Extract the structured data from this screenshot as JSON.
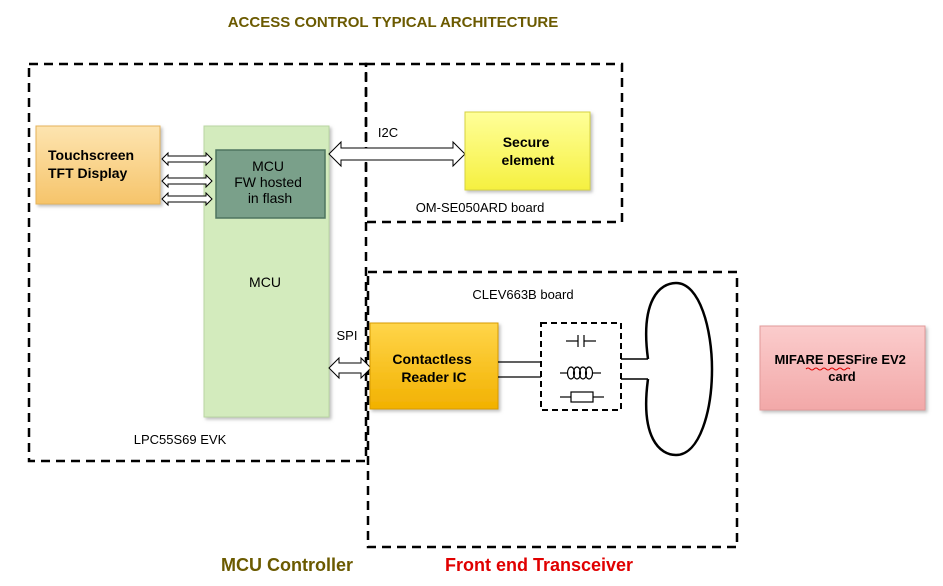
{
  "title": "ACCESS CONTROL TYPICAL ARCHITECTURE",
  "sections": {
    "mcu_controller": "MCU Controller",
    "front_end": "Front end Transceiver"
  },
  "boards": {
    "lpc": "LPC55S69 EVK",
    "om": "OM-SE050ARD board",
    "clev": "CLEV663B board"
  },
  "blocks": {
    "touchscreen": [
      "Touchscreen",
      "TFT Display"
    ],
    "mcu_fw": [
      "MCU",
      "FW hosted",
      "in flash"
    ],
    "mcu": "MCU",
    "secure": [
      "Secure",
      "element"
    ],
    "reader": [
      "Contactless",
      "Reader IC"
    ],
    "card": [
      "MIFARE DESFire EV2",
      "card"
    ]
  },
  "buses": {
    "i2c": "I2C",
    "spi": "SPI"
  },
  "colors": {
    "title": "#6b5a00",
    "mcu_controller": "#6b5a00",
    "front_end": "#e00000",
    "touchscreen_fill": "#fbd68e",
    "mcu_fill": "#d3ebbd",
    "mcu_fw_fill": "#7aa08a",
    "secure_fill": "#ffff66",
    "reader_fill": "#ffc000",
    "card_fill": "#f7b8b8"
  }
}
